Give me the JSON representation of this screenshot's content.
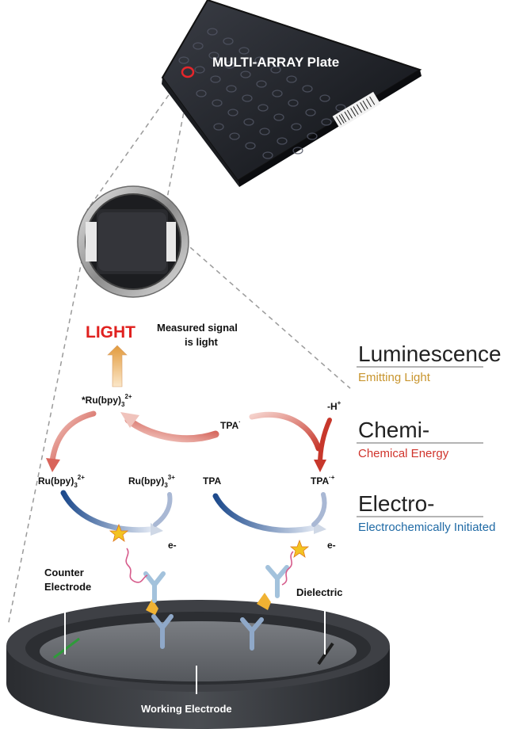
{
  "plate": {
    "title": "MULTI-ARRAY Plate"
  },
  "reaction": {
    "light_label": "LIGHT",
    "measured_signal": [
      "Measured signal",
      "is light"
    ],
    "excited_complex": "*Ru(bpy)",
    "excited_sub": "3",
    "excited_sup": "2+",
    "ground_complex": "Ru(bpy)",
    "ground_sub": "3",
    "ground_sup": "2+",
    "oxidized_complex": "Ru(bpy)",
    "oxidized_sub": "3",
    "oxidized_sup": "3+",
    "tpa_radical": "TPA",
    "tpa_radical_sup": "·",
    "minus_h": "-H",
    "minus_h_sup": "+",
    "tpa": "TPA",
    "tpa_cation": "TPA",
    "tpa_cation_sup": "·+",
    "electron_left": "e-",
    "electron_right": "e-"
  },
  "legend": {
    "luminescence_title": "Luminescence",
    "luminescence_sub": "Emitting Light",
    "chemi_title": "Chemi-",
    "chemi_sub": "Chemical Energy",
    "electro_title": "Electro-",
    "electro_sub": "Electrochemically Initiated",
    "colors": {
      "luminescence": "#c8952e",
      "chemi": "#d0342c",
      "electro": "#1f6aa5"
    }
  },
  "well": {
    "counter_electrode": [
      "Counter",
      "Electrode"
    ],
    "dielectric": "Dielectric",
    "working_electrode": "Working Electrode"
  }
}
